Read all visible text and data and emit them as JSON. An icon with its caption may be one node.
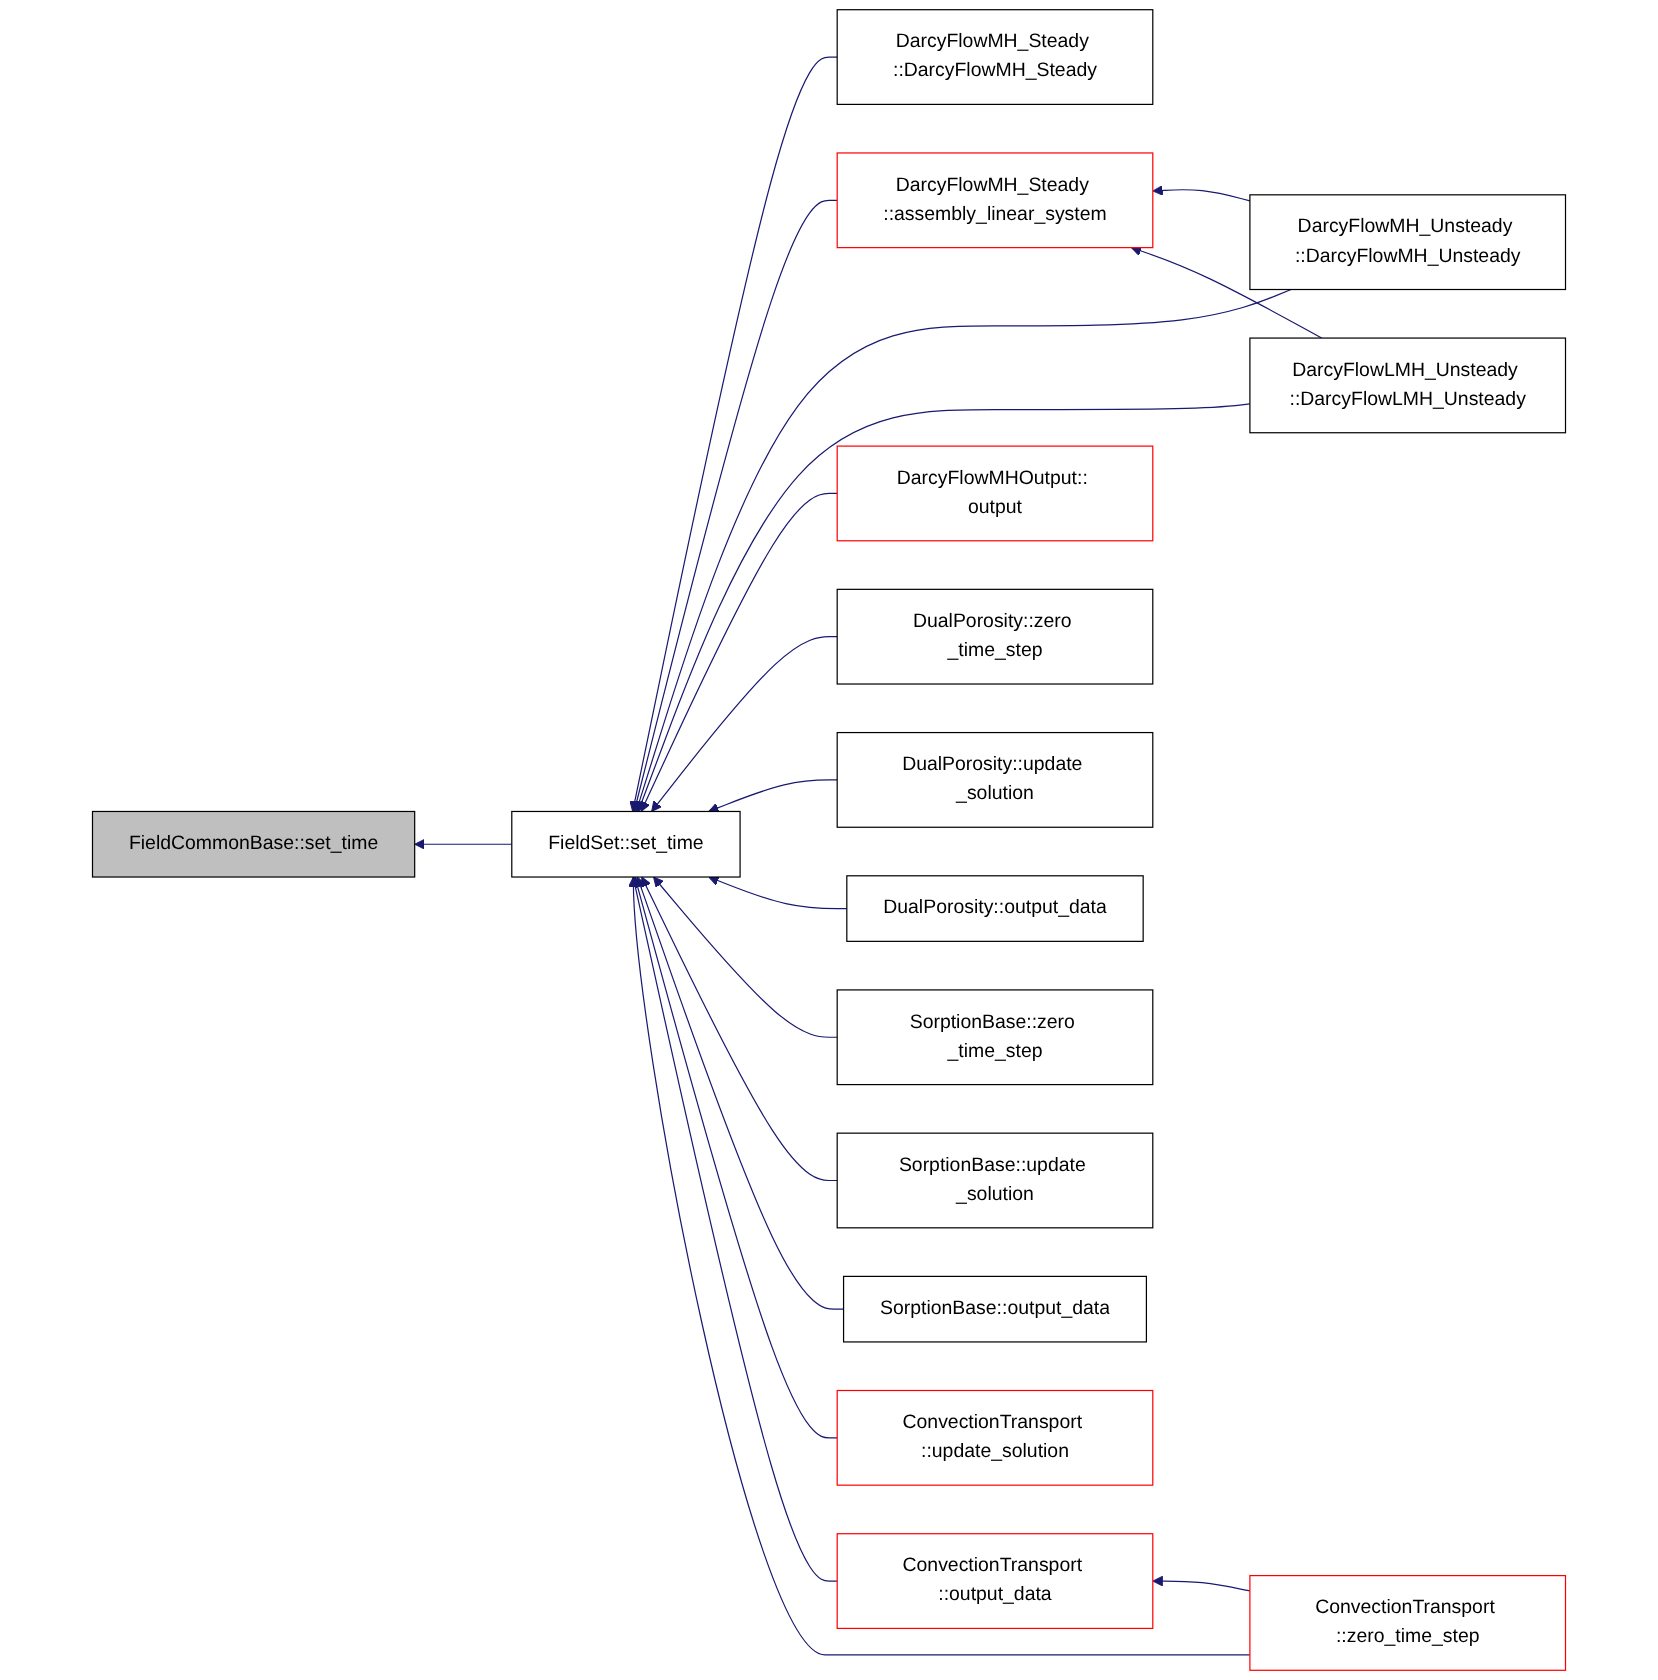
{
  "diagram": {
    "nodes": [
      {
        "text": [
          "FieldCommonBase::set_time"
        ]
      },
      {
        "text": [
          "FieldSet::set_time"
        ]
      },
      {
        "text": [
          "DarcyFlowMH_Steady ::DarcyFlowMH_Steady"
        ]
      },
      {
        "text": [
          "DarcyFlowMH_Steady ::assembly_linear_system"
        ]
      },
      {
        "text": [
          "DarcyFlowMH_Unsteady ::DarcyFlowMH_Unsteady"
        ]
      },
      {
        "text": [
          "DarcyFlowLMH_Unsteady ::DarcyFlowLMH_Unsteady"
        ]
      },
      {
        "text": [
          "DarcyFlowMHOutput:: output"
        ]
      },
      {
        "text": [
          "DualPorosity::zero _time_step"
        ]
      },
      {
        "text": [
          "DualPorosity::update _solution"
        ]
      },
      {
        "text": [
          "DualPorosity::output_data"
        ]
      },
      {
        "text": [
          "SorptionBase::zero _time_step"
        ]
      },
      {
        "text": [
          "SorptionBase::update _solution"
        ]
      },
      {
        "text": [
          "SorptionBase::output_data"
        ]
      },
      {
        "text": [
          "ConvectionTransport ::update_solution"
        ]
      },
      {
        "text": [
          "ConvectionTransport ::output_data"
        ]
      },
      {
        "text": [
          "ConvectionTransport ::zero_time_step"
        ]
      }
    ],
    "edges": [
      {
        "from": 1,
        "to": 0,
        "arrow": "to"
      },
      {
        "from": 2,
        "to": 1,
        "arrow": "to"
      },
      {
        "from": 3,
        "to": 1,
        "arrow": "to"
      },
      {
        "from": 4,
        "to": 1,
        "arrow": "to"
      },
      {
        "from": 5,
        "to": 1,
        "arrow": "to"
      },
      {
        "from": 6,
        "to": 1,
        "arrow": "to"
      },
      {
        "from": 7,
        "to": 1,
        "arrow": "to"
      },
      {
        "from": 8,
        "to": 1,
        "arrow": "to"
      },
      {
        "from": 9,
        "to": 1,
        "arrow": "to"
      },
      {
        "from": 10,
        "to": 1,
        "arrow": "to"
      },
      {
        "from": 11,
        "to": 1,
        "arrow": "to"
      },
      {
        "from": 12,
        "to": 1,
        "arrow": "to"
      },
      {
        "from": 13,
        "to": 1,
        "arrow": "to"
      },
      {
        "from": 14,
        "to": 1,
        "arrow": "to"
      },
      {
        "from": 15,
        "to": 1,
        "arrow": "to"
      },
      {
        "from": 4,
        "to": 3,
        "arrow": "to"
      },
      {
        "from": 5,
        "to": 3,
        "arrow": "to"
      },
      {
        "from": 15,
        "to": 14,
        "arrow": "to"
      }
    ]
  }
}
